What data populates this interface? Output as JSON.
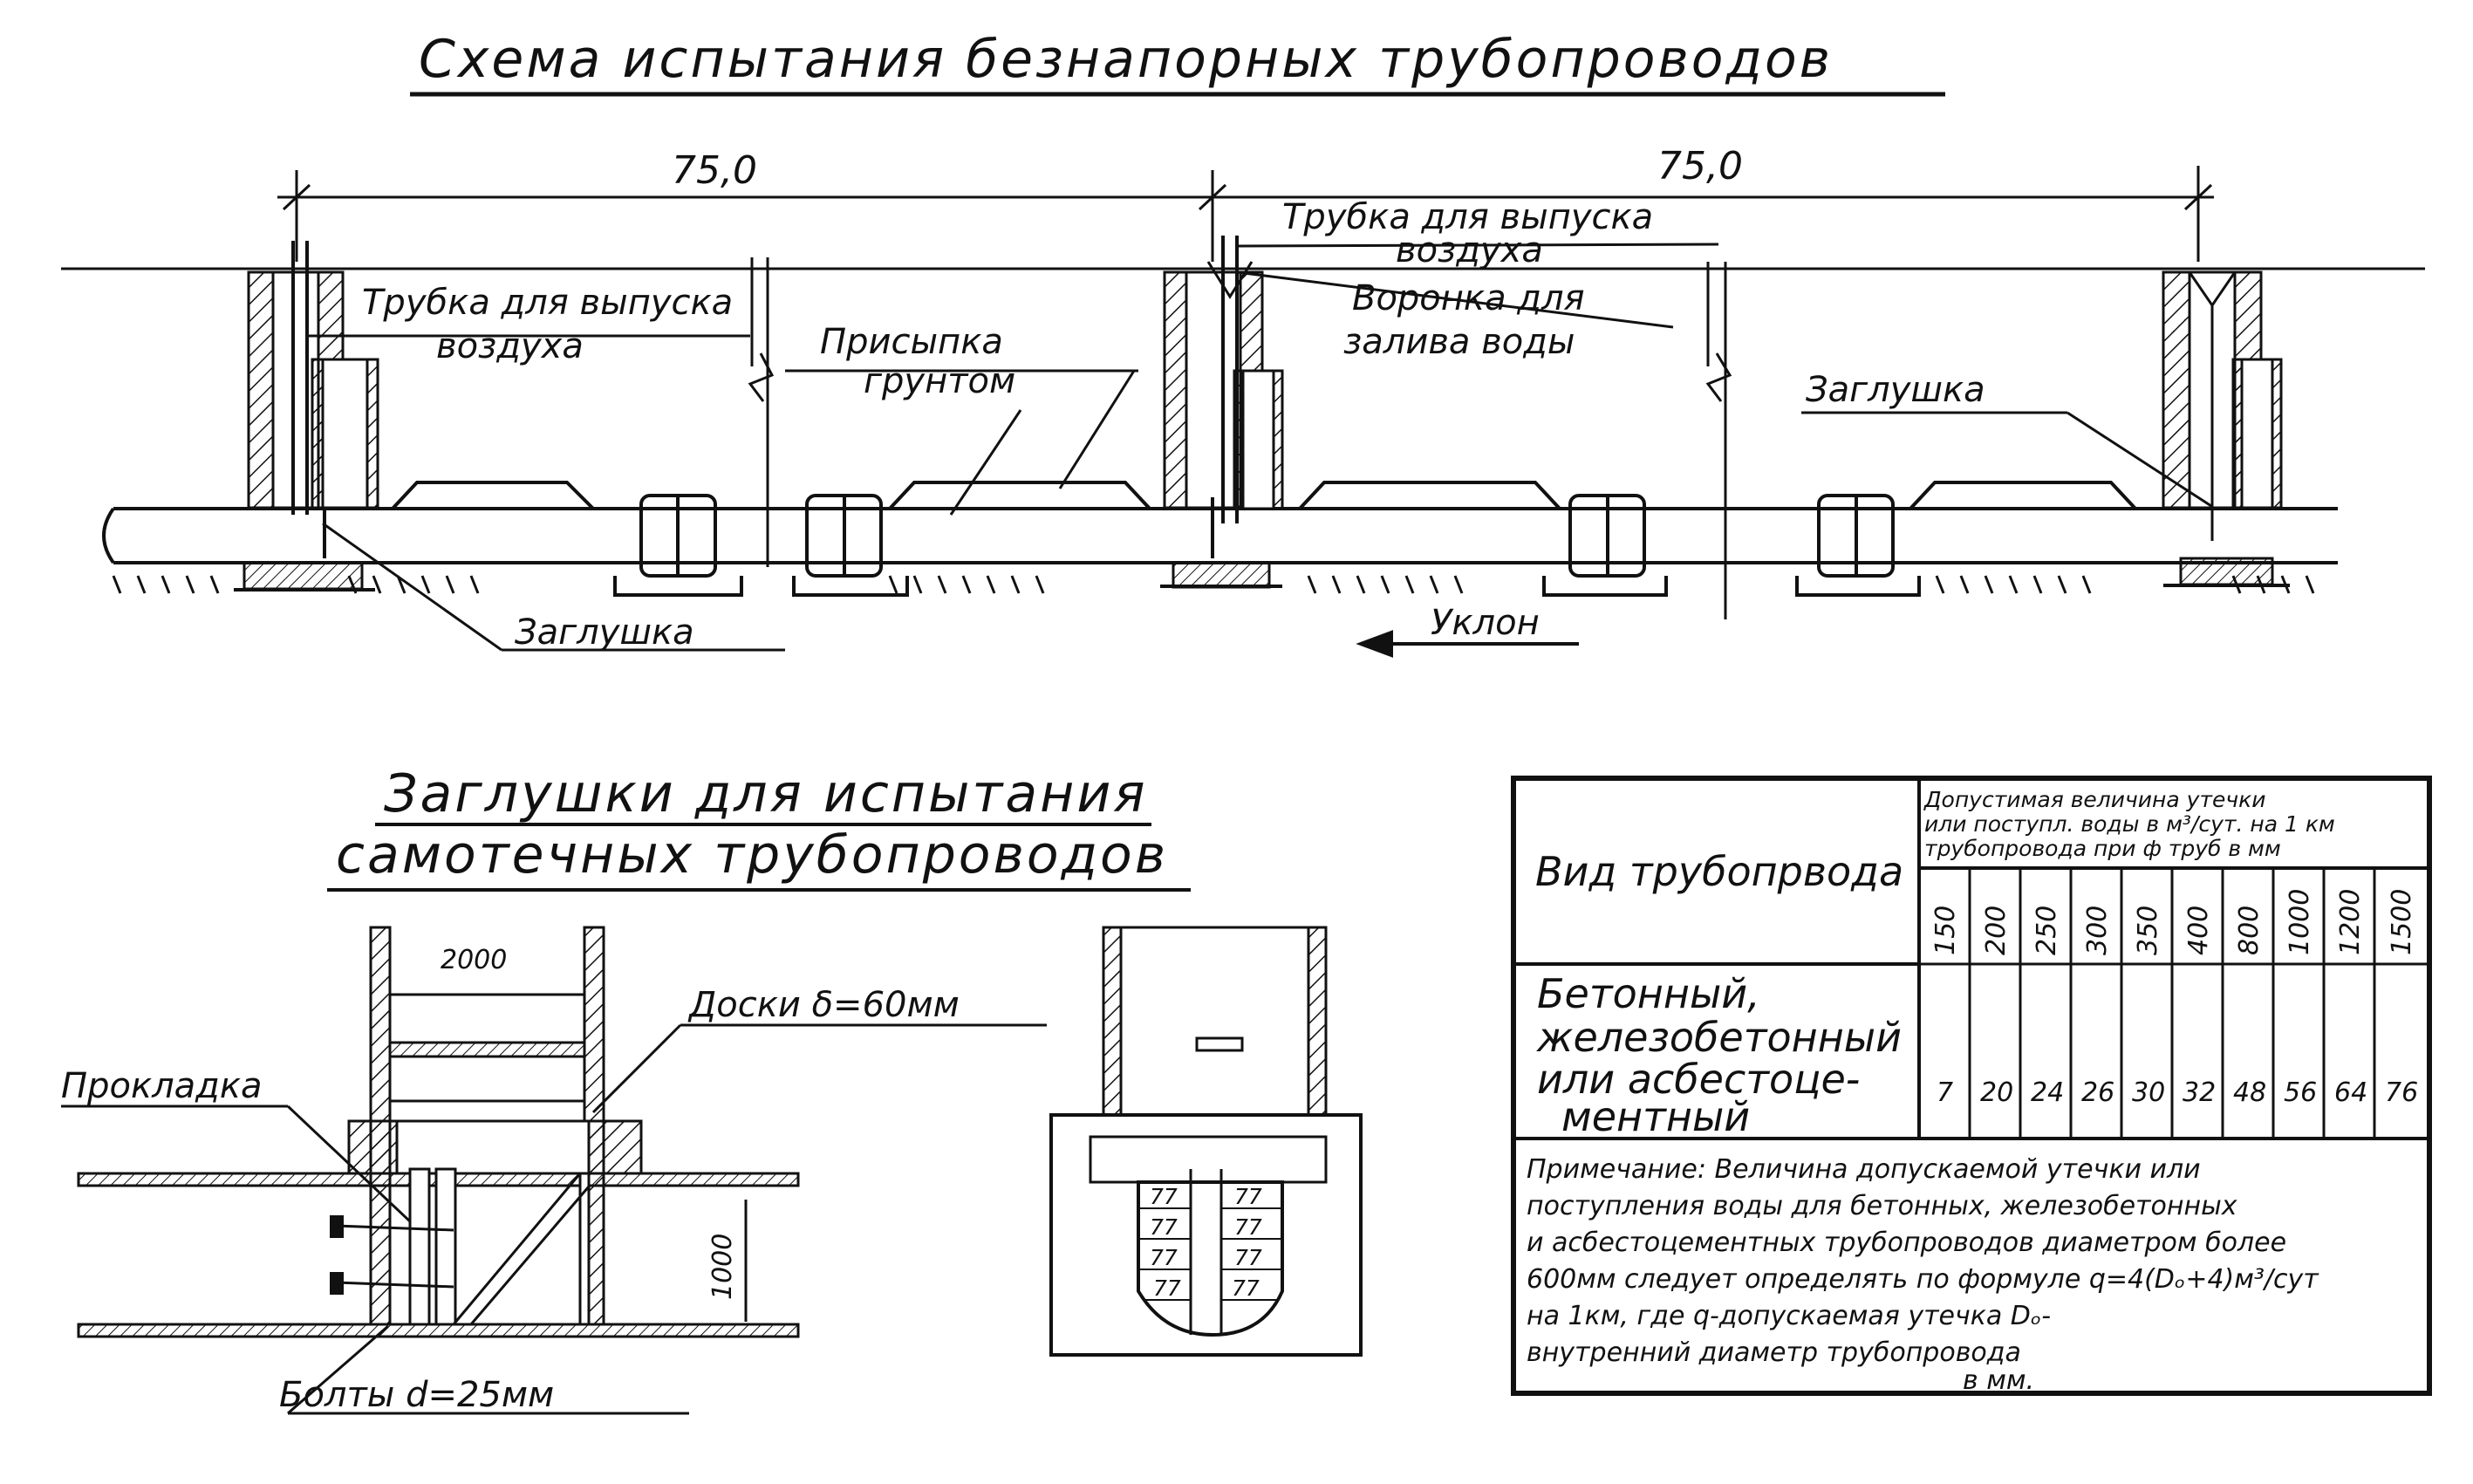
{
  "diagram": {
    "title": "Схема испытания безнапорных трубопроводов",
    "dimension_left": "75,0",
    "dimension_right": "75,0",
    "labels": {
      "air_pipe_left_line1": "Трубка для выпуска",
      "air_pipe_left_line2": "воздуха",
      "backfill_line1": "Присыпка",
      "backfill_line2": "грунтом",
      "air_pipe_center_line1": "Трубка для выпуска",
      "air_pipe_center_line2": "воздуха",
      "funnel_line1": "Воронка для",
      "funnel_line2": "залива воды",
      "plug_right": "Заглушка",
      "plug_left": "Заглушка",
      "slope": "Уклон"
    }
  },
  "plugs": {
    "title_line1": "Заглушки для испытания",
    "title_line2": "самотечных трубопроводов",
    "dim_width": "2000",
    "dim_height": "1000",
    "boards_label": "Доски δ=60мм",
    "gasket_label": "Прокладка",
    "bolts_label": "Болты d=25мм",
    "shield_marks": [
      "77",
      "77",
      "77",
      "77",
      "77",
      "77",
      "77",
      "77"
    ]
  },
  "table": {
    "col_header": "Вид трубопрвода",
    "group_header_line1": "Допустимая величина утечки",
    "group_header_line2": "или поступл. воды в м³/сут. на 1 км",
    "group_header_line3": "трубопровода при ф труб в мм",
    "diameters": [
      "150",
      "200",
      "250",
      "300",
      "350",
      "400",
      "800",
      "1000",
      "1200",
      "1500"
    ],
    "row_label_line1": "Бетонный,",
    "row_label_line2": "железобетонный",
    "row_label_line3": "или асбестоце-",
    "row_label_line4": "ментный",
    "values": [
      "7",
      "20",
      "24",
      "26",
      "30",
      "32",
      "48",
      "56",
      "64",
      "76"
    ],
    "note_line1": "Примечание: Величина допускаемой утечки или",
    "note_line2": "поступления воды для бетонных, железобетонных",
    "note_line3": "и асбестоцементных трубопроводов диаметром более",
    "note_line4": "600мм следует определять по формуле q=4(Dₒ+4)м³/сут",
    "note_line5": "на 1км, где q-допускаемая утечка Dₒ-",
    "note_line6": "внутренний диаметр трубопровода",
    "note_line7": "в мм."
  }
}
